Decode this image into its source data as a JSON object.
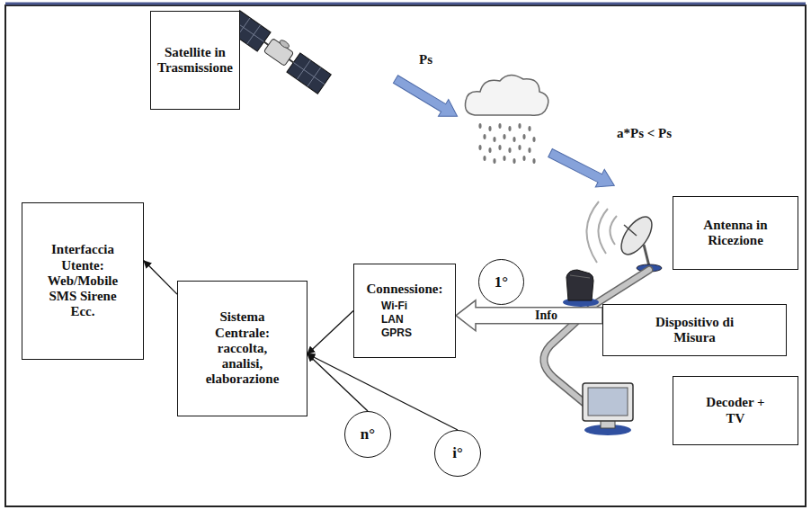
{
  "diagram": {
    "nodes": [
      {
        "text": [
          "Satellite in Trasmissione"
        ]
      },
      {
        "text": [
          "Antenna in Ricezione"
        ]
      },
      {
        "text": [
          "Dispositivo di Misura"
        ]
      },
      {
        "text": [
          "Decoder + TV"
        ]
      },
      {
        "text": [
          "Connessione:",
          "Wi-Fi LAN GPRS"
        ]
      },
      {
        "text": [
          "1°"
        ]
      },
      {
        "text": [
          "Sistema Centrale: raccolta, analisi, elaborazione"
        ]
      },
      {
        "text": [
          "Interfaccia Utente: Web/Mobile SMS Sirene Ecc."
        ]
      },
      {
        "text": [
          "n°"
        ]
      },
      {
        "text": [
          "i°"
        ]
      }
    ],
    "edges": [
      {
        "from": 2,
        "to": 4,
        "label": "Info",
        "arrow": "to"
      },
      {
        "from": 4,
        "to": 6,
        "arrow": "to"
      },
      {
        "from": 8,
        "to": 6,
        "arrow": "to"
      },
      {
        "from": 9,
        "to": 6,
        "arrow": "to"
      },
      {
        "from": 6,
        "to": 7,
        "arrow": "to"
      }
    ],
    "labels": [
      "Ps",
      "a*Ps < Ps"
    ]
  }
}
